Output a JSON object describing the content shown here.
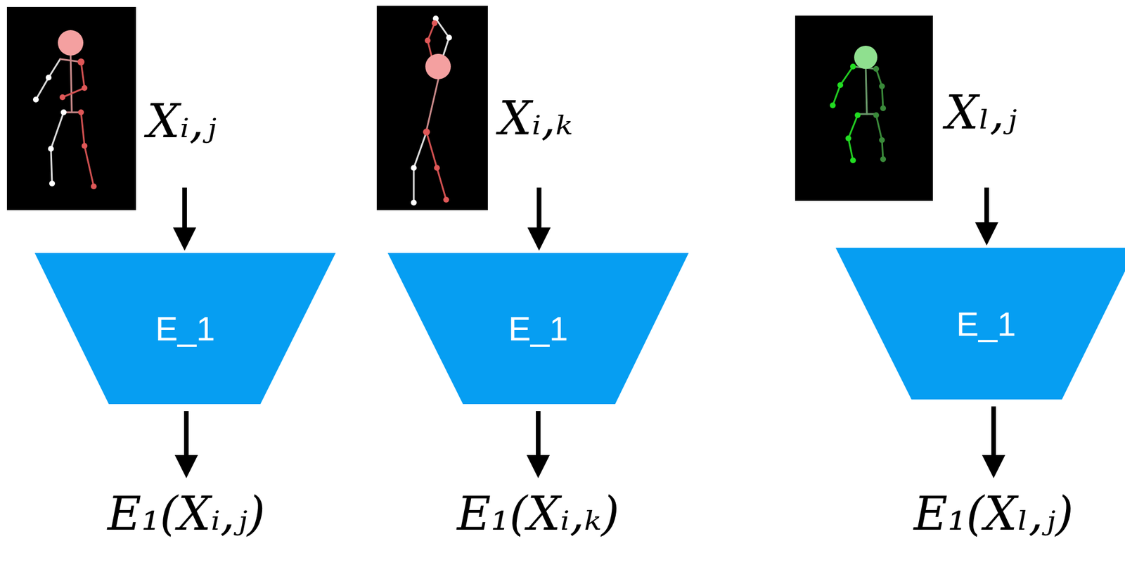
{
  "diagram": {
    "nodes": [
      {
        "text": [
          "Xᵢ,ⱼ"
        ]
      },
      {
        "text": [
          "Xᵢ,ₖ"
        ]
      },
      {
        "text": [
          "Xₗ,ⱼ"
        ]
      },
      {
        "text": [
          "E_1"
        ]
      },
      {
        "text": [
          "E_1"
        ]
      },
      {
        "text": [
          "E_1"
        ]
      },
      {
        "text": [
          "E₁(Xᵢ,ⱼ)"
        ]
      },
      {
        "text": [
          "E₁(Xᵢ,ₖ)"
        ]
      },
      {
        "text": [
          "E₁(Xₗ,ⱼ)"
        ]
      }
    ],
    "edges": [
      {
        "from": 0,
        "to": 3,
        "arrow": "to"
      },
      {
        "from": 1,
        "to": 4,
        "arrow": "to"
      },
      {
        "from": 2,
        "to": 5,
        "arrow": "to"
      },
      {
        "from": 3,
        "to": 6,
        "arrow": "to"
      },
      {
        "from": 4,
        "to": 7,
        "arrow": "to"
      },
      {
        "from": 5,
        "to": 8,
        "arrow": "to"
      }
    ]
  }
}
